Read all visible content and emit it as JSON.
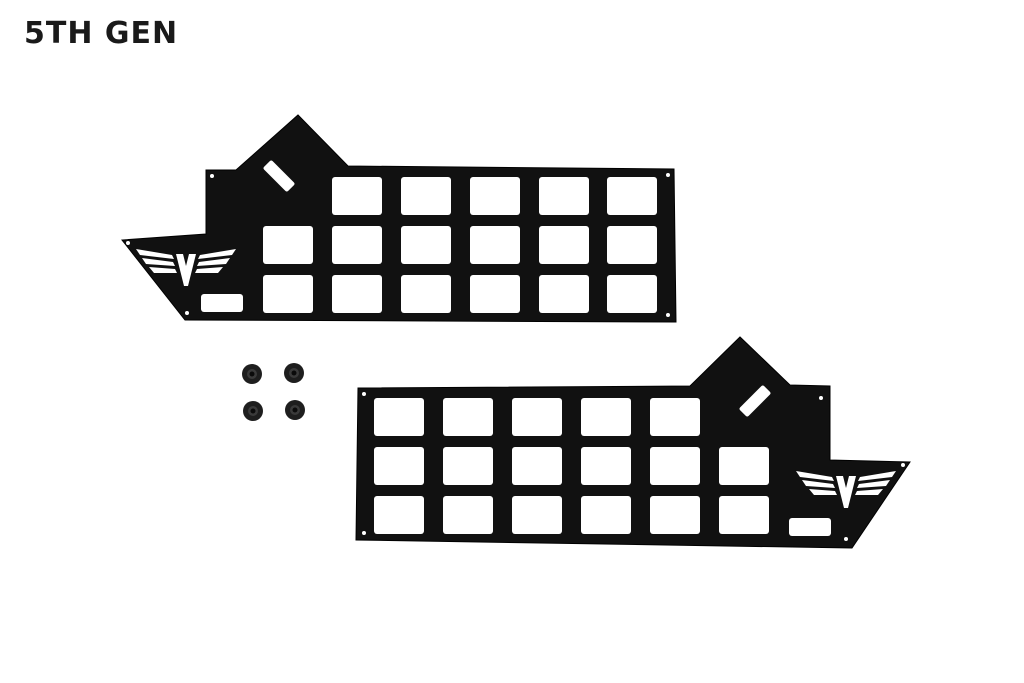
{
  "title": "5TH GEN",
  "colors": {
    "background": "#ffffff",
    "panel": "#111111",
    "panel_edge": "#000000",
    "cutout": "#ffffff",
    "logo": "#ffffff",
    "hardware": "#222222",
    "title_text": "#1a1a1a"
  },
  "scene": {
    "panels": [
      {
        "name": "upper-left-molle-panel",
        "grid": {
          "rows": 3,
          "cols": 6
        },
        "logo": "wing-v-logo"
      },
      {
        "name": "lower-right-molle-panel",
        "grid": {
          "rows": 3,
          "cols": 6
        },
        "logo": "wing-v-logo"
      }
    ],
    "hardware": {
      "type": "mounting-nuts",
      "count": 4
    }
  }
}
